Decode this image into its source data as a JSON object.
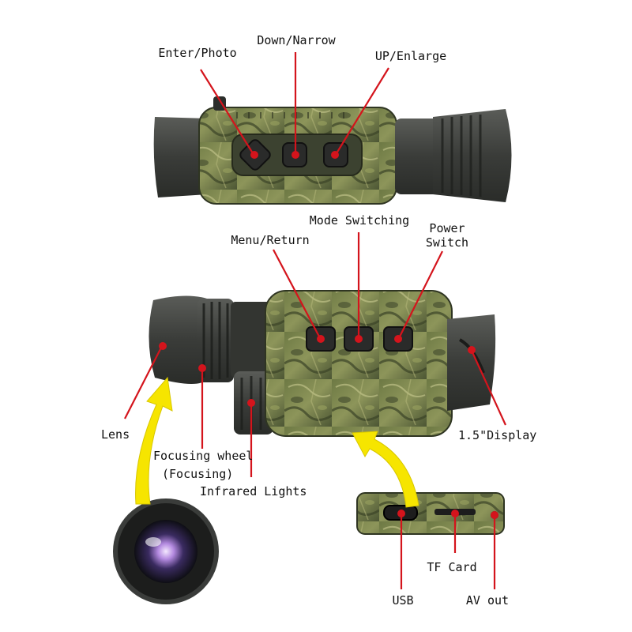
{
  "colors": {
    "pointer": "#d4141c",
    "highlight_arrow": "#f6e500",
    "camo_base": "#5e6b3a",
    "camo_light": "#a7ad6a",
    "camo_dark": "#39402a",
    "rubber": "#3b3d3a",
    "button": "#2a2b2a"
  },
  "labels": {
    "enter_photo": "Enter/Photo",
    "down_narrow": "Down/Narrow",
    "up_enlarge": "UP/Enlarge",
    "mode_switching": "Mode Switching",
    "power_switch_line1": "Power",
    "power_switch_line2": "Switch",
    "menu_return": "Menu/Return",
    "lens": "Lens",
    "display": "1.5\"Display",
    "focusing_wheel_line1": "Focusing wheel",
    "focusing_wheel_line2": "(Focusing)",
    "infrared_lights": "Infrared Lights",
    "tf_card": "TF Card",
    "usb": "USB",
    "av_out": "AV out"
  }
}
